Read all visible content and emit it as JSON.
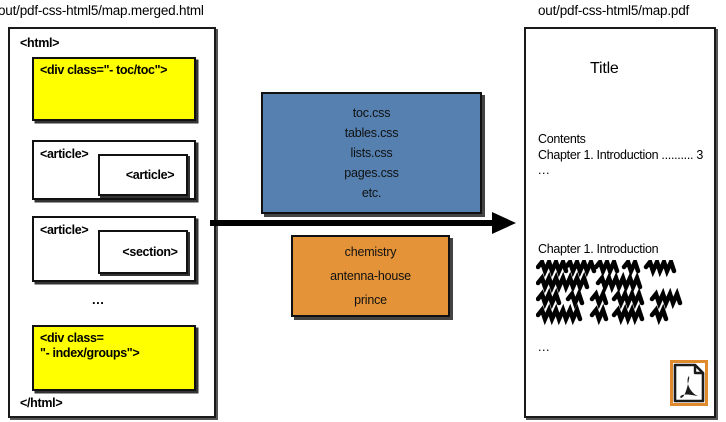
{
  "diagram": {
    "left_caption": "out/pdf-css-html5/map.merged.html",
    "right_caption": "out/pdf-css-html5/map.pdf",
    "arrow_icon": "right-arrow-icon"
  },
  "html_panel": {
    "open_tag": "<html>",
    "close_tag": "</html>",
    "toc_box": {
      "label": "<div class=\"- toc/toc\">",
      "color": "#ffff00"
    },
    "article_blocks": [
      {
        "outer_label": "<article>",
        "inner_label": "<article>"
      },
      {
        "outer_label": "<article>",
        "inner_label": "<section>"
      }
    ],
    "ellipsis": "...",
    "index_box": {
      "label": "<div class=\n\"- index/groups\">",
      "color": "#ffff00"
    }
  },
  "css_box": {
    "color": "#5580b0",
    "items": [
      "toc.css",
      "tables.css",
      "lists.css",
      "pages.css",
      "etc."
    ]
  },
  "engine_box": {
    "color": "#e49338",
    "items": [
      "chemistry",
      "antenna-house",
      "prince"
    ]
  },
  "pdf_panel": {
    "title": "Title",
    "contents_heading": "Contents",
    "contents_entry": "Chapter 1. Introduction .......... 3",
    "contents_more": "...",
    "chapter_heading": "Chapter 1. Introduction",
    "body_more": "...",
    "icon": "pdf-file-icon",
    "icon_accent_color": "#e08a2e"
  }
}
